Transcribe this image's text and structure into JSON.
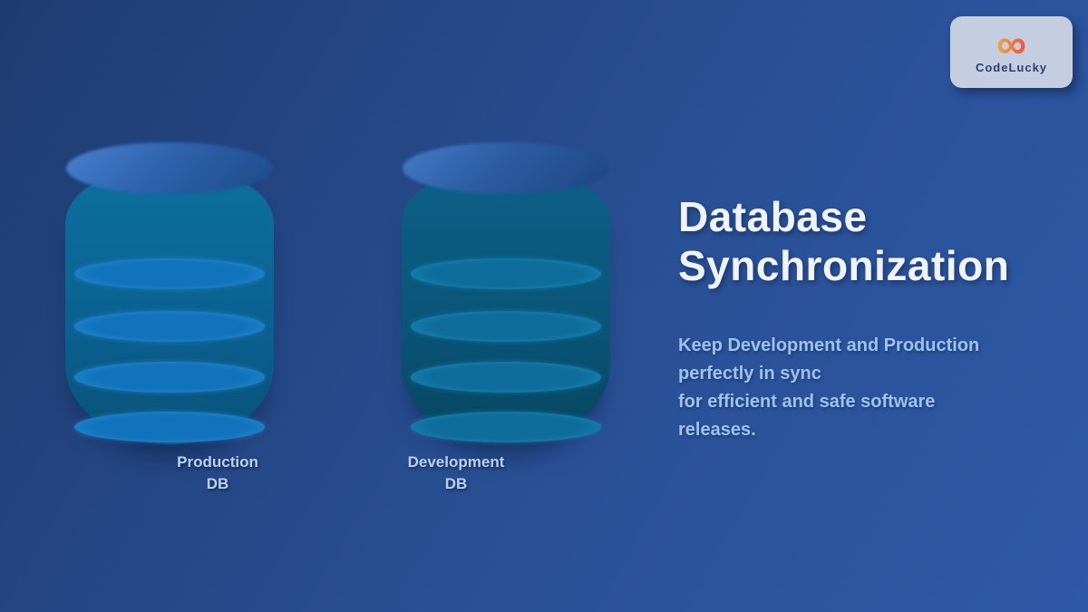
{
  "main": {
    "title_lines": [
      "Database",
      "Synchronization"
    ],
    "subtitle_lines": [
      "Keep Development and Production",
      "perfectly in sync",
      "for efficient and safe software",
      "releases."
    ]
  },
  "databases": [
    {
      "name": "Production",
      "type": "DB"
    },
    {
      "name": "Development",
      "type": "DB"
    }
  ],
  "logo": {
    "glyph": "∞",
    "brand": "CodeLucky"
  },
  "colors": {
    "background_start": "#1f3c71",
    "background_end": "#2e59a6",
    "title_text": "#eef3fc",
    "subtitle_text": "#9fc3f0",
    "label_text": "#b9d2f2",
    "lid_start": "#4a82d2",
    "lid_end": "#1d4a8a",
    "production_band": "#1173bb",
    "production_band_glow": "#2e94dc",
    "development_band": "#0e6d9c",
    "development_band_glow": "#1e93c4",
    "logo_card_bg": "#c5cde1",
    "logo_text": "#2a4070",
    "logo_gradient_start": "#f2a93b",
    "logo_gradient_end": "#ef4e3e"
  }
}
